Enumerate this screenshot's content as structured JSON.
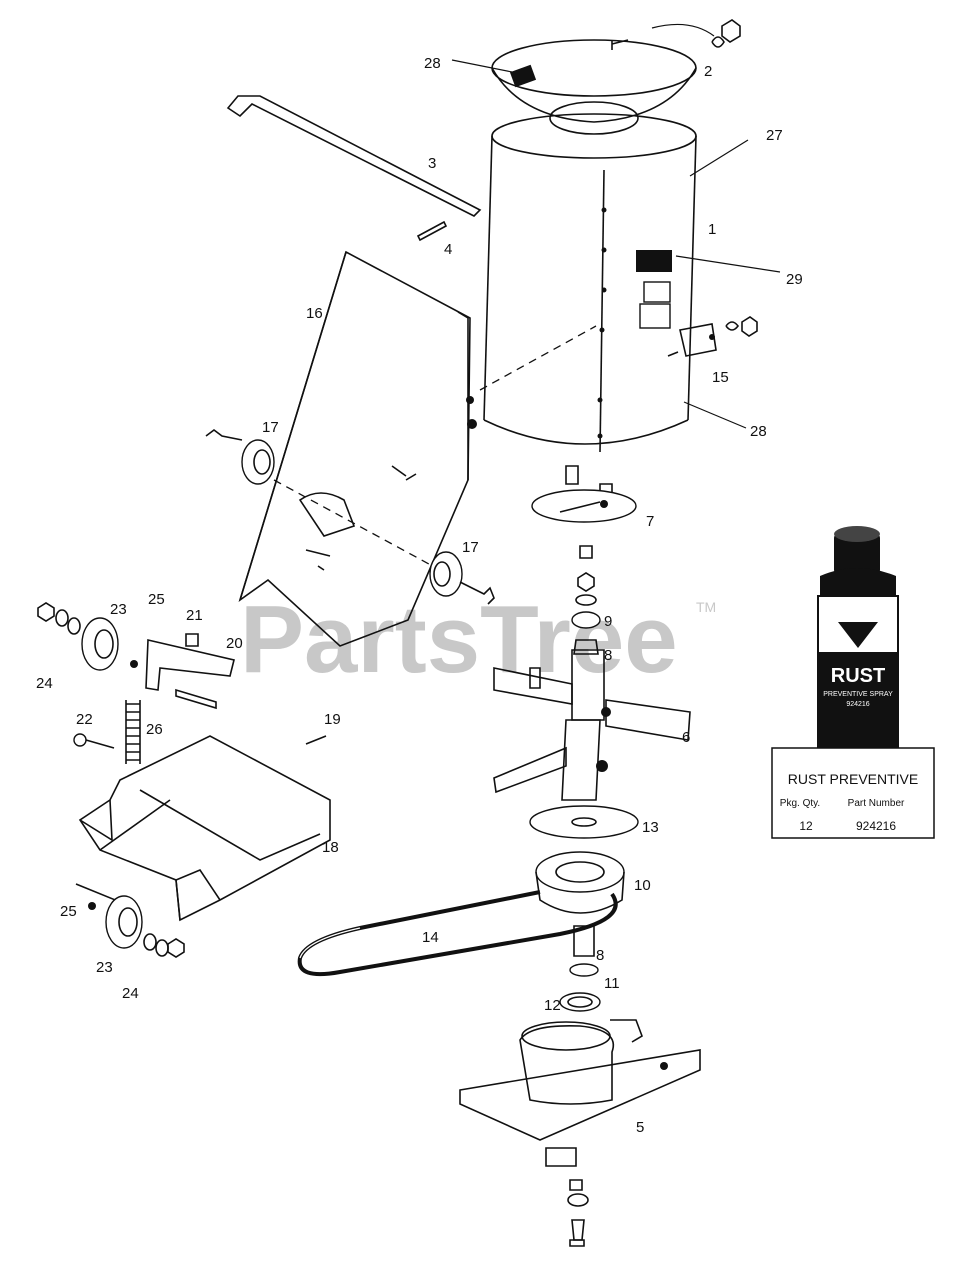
{
  "watermark": {
    "text": "PartsTree",
    "tm": "TM"
  },
  "callouts": [
    {
      "id": "c1",
      "text": "1"
    },
    {
      "id": "c2",
      "text": "2"
    },
    {
      "id": "c3",
      "text": "3"
    },
    {
      "id": "c4",
      "text": "4"
    },
    {
      "id": "c5",
      "text": "5"
    },
    {
      "id": "c6",
      "text": "6"
    },
    {
      "id": "c7",
      "text": "7"
    },
    {
      "id": "c8a",
      "text": "8"
    },
    {
      "id": "c8b",
      "text": "8"
    },
    {
      "id": "c9",
      "text": "9"
    },
    {
      "id": "c10",
      "text": "10"
    },
    {
      "id": "c11",
      "text": "11"
    },
    {
      "id": "c12",
      "text": "12"
    },
    {
      "id": "c13",
      "text": "13"
    },
    {
      "id": "c14",
      "text": "14"
    },
    {
      "id": "c15",
      "text": "15"
    },
    {
      "id": "c16",
      "text": "16"
    },
    {
      "id": "c17a",
      "text": "17"
    },
    {
      "id": "c17b",
      "text": "17"
    },
    {
      "id": "c18",
      "text": "18"
    },
    {
      "id": "c19",
      "text": "19"
    },
    {
      "id": "c20",
      "text": "20"
    },
    {
      "id": "c21",
      "text": "21"
    },
    {
      "id": "c22",
      "text": "22"
    },
    {
      "id": "c23a",
      "text": "23"
    },
    {
      "id": "c23b",
      "text": "23"
    },
    {
      "id": "c24a",
      "text": "24"
    },
    {
      "id": "c24b",
      "text": "24"
    },
    {
      "id": "c25a",
      "text": "25"
    },
    {
      "id": "c25b",
      "text": "25"
    },
    {
      "id": "c26",
      "text": "26"
    },
    {
      "id": "c27",
      "text": "27"
    },
    {
      "id": "c28a",
      "text": "28"
    },
    {
      "id": "c28b",
      "text": "28"
    },
    {
      "id": "c29",
      "text": "29"
    }
  ],
  "product": {
    "can_brand": "RUST",
    "can_subtitle": "PREVENTIVE SPRAY",
    "can_number": "924216",
    "title": "RUST PREVENTIVE",
    "qty_header": "Pkg. Qty.",
    "part_header": "Part Number",
    "qty_value": "12",
    "part_value": "924216"
  }
}
